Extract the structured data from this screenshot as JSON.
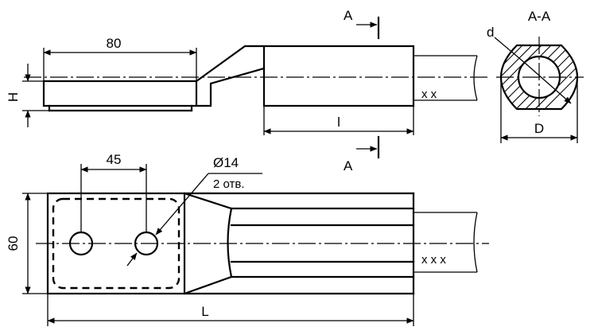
{
  "dimensions": {
    "top_length": "80",
    "height": "H",
    "shank_length": "l",
    "hole_spacing": "45",
    "hole_diameter": "Ø14",
    "hole_count": "2 отв.",
    "width": "60",
    "total_length": "L",
    "inner_diameter": "d",
    "outer_diameter": "D"
  },
  "section": {
    "cut_label": "A",
    "title": "A-A"
  },
  "cable_marks": {
    "side_view": "x  x",
    "plan_view": "x  x  x"
  }
}
